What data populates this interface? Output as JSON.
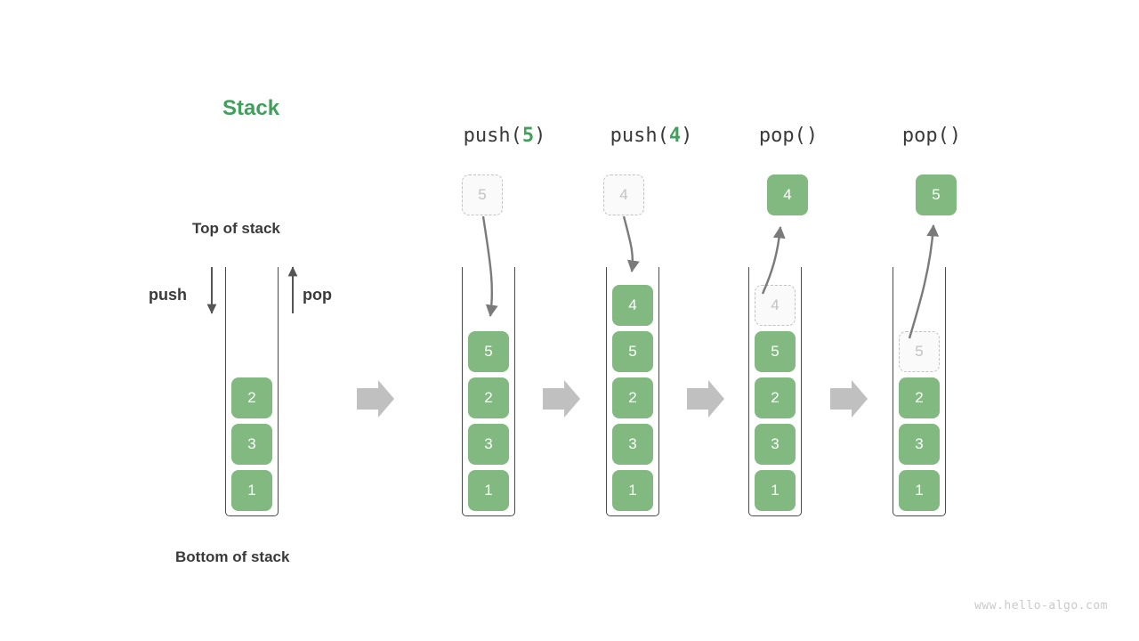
{
  "title": "Stack",
  "labels": {
    "top_of_stack": "Top of stack",
    "bottom_of_stack": "Bottom of stack",
    "push": "push",
    "pop": "pop"
  },
  "watermark": "www.hello-algo.com",
  "colors": {
    "cell_fill": "#82b981",
    "cell_text": "#ffffff",
    "ghost_fill": "#fafafa",
    "ghost_border": "#c2c2c2",
    "ghost_text": "#c2c2c2",
    "title_green": "#41a05c",
    "frame_stroke": "#4a4a4a",
    "arrow_gray": "#7a7a7a",
    "flow_arrow_gray": "#c0c0c0",
    "text_dark": "#3a3a3a",
    "watermark_gray": "#c9c9c9",
    "background": "#ffffff"
  },
  "columns": [
    {
      "id": "initial",
      "header": null,
      "header_fn": null,
      "header_arg": null,
      "cells_bottom_to_top": [
        "1",
        "3",
        "2"
      ],
      "ghost_in_stack": null,
      "floating_cell": null,
      "floating_ghost": null
    },
    {
      "id": "push-5",
      "header_fn": "push(",
      "header_arg": "5",
      "header_close": ")",
      "cells_bottom_to_top": [
        "1",
        "3",
        "2",
        "5"
      ],
      "ghost_in_stack": null,
      "floating_cell": null,
      "floating_ghost": "5"
    },
    {
      "id": "push-4",
      "header_fn": "push(",
      "header_arg": "4",
      "header_close": ")",
      "cells_bottom_to_top": [
        "1",
        "3",
        "2",
        "5",
        "4"
      ],
      "ghost_in_stack": null,
      "floating_cell": null,
      "floating_ghost": "4"
    },
    {
      "id": "pop-1",
      "header_fn": "pop(",
      "header_arg": "",
      "header_close": ")",
      "cells_bottom_to_top": [
        "1",
        "3",
        "2",
        "5"
      ],
      "ghost_in_stack": "4",
      "floating_cell": "4",
      "floating_ghost": null
    },
    {
      "id": "pop-2",
      "header_fn": "pop(",
      "header_arg": "",
      "header_close": ")",
      "cells_bottom_to_top": [
        "1",
        "3",
        "2"
      ],
      "ghost_in_stack": "5",
      "floating_cell": "5",
      "floating_ghost": null
    }
  ],
  "flow_arrow_count": 4
}
